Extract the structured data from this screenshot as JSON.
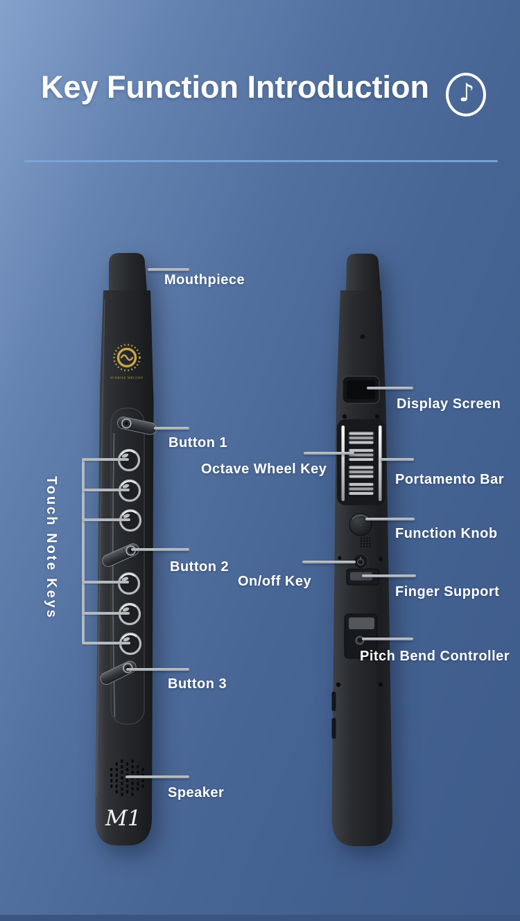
{
  "header": {
    "title": "Key Function Introduction",
    "icon_glyph": "♪",
    "icon_name": "music-note-icon"
  },
  "front_view": {
    "name": "front view of wind instrument",
    "brand": "SUNRISE MELODY",
    "model": "M1",
    "labels": {
      "mouthpiece": "Mouthpiece",
      "button1": "Button 1",
      "touch_note_keys": "Touch Note Keys",
      "button2": "Button 2",
      "button3": "Button 3",
      "speaker": "Speaker"
    }
  },
  "side_view": {
    "name": "side view of wind instrument",
    "labels": {
      "display_screen": "Display Screen",
      "octave_wheel_key": "Octave Wheel Key",
      "portamento_bar": "Portamento Bar",
      "function_knob": "Function Knob",
      "onoff_key": "On/off Key",
      "finger_support": "Finger Support",
      "pitch_bend_controller": "Pitch Bend Controller"
    }
  },
  "colors": {
    "background_top_left": "#85a2cd",
    "background_bottom_right": "#3e5b8a",
    "divider": "#7ca4d7",
    "leader_line": "#b0b6bb",
    "label_text": "#ffffff",
    "instrument_body": "#26282b",
    "logo_gold": "#c9a64b",
    "key_silver": "#c2c4c6",
    "footer_bar": "#3a5581"
  }
}
